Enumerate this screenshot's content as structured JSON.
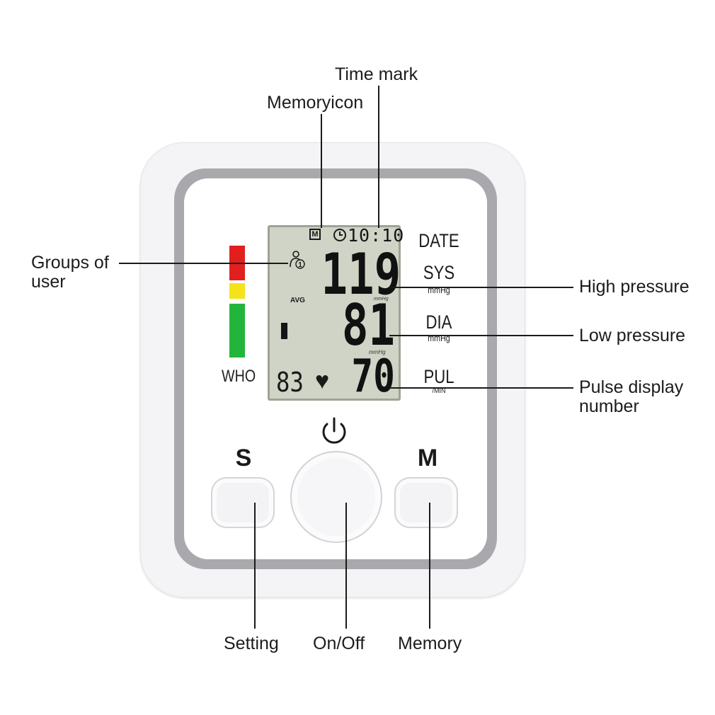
{
  "device": {
    "who_label": "WHO",
    "who_colors": [
      "#e21f1f",
      "#f4e319",
      "#23b53b"
    ],
    "lcd": {
      "memory_icon": "M",
      "time": "10:10",
      "systolic": "119",
      "diastolic": "81",
      "pulse": "70",
      "pulse_count": "83",
      "avg_label": "AVG",
      "unit_small": "mmHg",
      "user_number": "1",
      "icons": [
        "memory-icon",
        "clock-icon",
        "user-icon",
        "heart-icon"
      ]
    },
    "labels": {
      "date": "DATE",
      "sys": "SYS",
      "sys_unit": "mmHg",
      "dia": "DIA",
      "dia_unit": "mmHg",
      "pul": "PUL",
      "pul_unit": "/MIN"
    },
    "buttons": {
      "s_label": "S",
      "m_label": "M",
      "power_icon": "power-icon"
    }
  },
  "callouts": {
    "time_mark": "Time mark",
    "memory_icon": "Memoryicon",
    "groups_of_user": "Groups of\nuser",
    "high_pressure": "High pressure",
    "low_pressure": "Low pressure",
    "pulse_display": "Pulse display\nnumber",
    "setting": "Setting",
    "on_off": "On/Off",
    "memory": "Memory"
  }
}
